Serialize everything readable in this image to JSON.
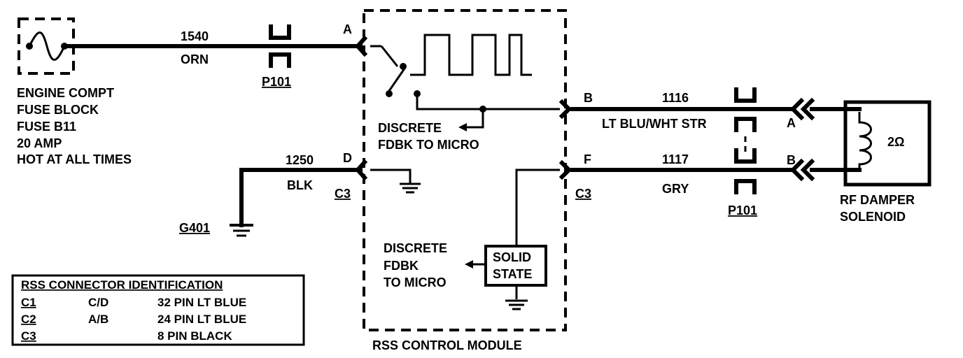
{
  "fuse_block": {
    "lines": [
      "ENGINE COMPT",
      "FUSE BLOCK",
      "FUSE B11",
      "20 AMP",
      "HOT AT ALL TIMES"
    ]
  },
  "wires": {
    "w1540": {
      "circuit": "1540",
      "color": "ORN"
    },
    "w1250": {
      "circuit": "1250",
      "color": "BLK"
    },
    "w1116": {
      "circuit": "1116",
      "color": "LT BLU/WHT STR"
    },
    "w1117": {
      "circuit": "1117",
      "color": "GRY"
    }
  },
  "connectors": {
    "p101_top": "P101",
    "p101_bottom": "P101",
    "c3_left": "C3",
    "c3_right": "C3"
  },
  "pins": {
    "module_a": "A",
    "module_d": "D",
    "module_b": "B",
    "module_f": "F",
    "solenoid_a": "A",
    "solenoid_b": "B"
  },
  "ground": {
    "g401": "G401"
  },
  "module": {
    "name": "RSS CONTROL MODULE",
    "feedback_top": [
      "DISCRETE",
      "FDBK TO MICRO"
    ],
    "feedback_bottom": [
      "DISCRETE",
      "FDBK",
      "TO MICRO"
    ],
    "solid_state": [
      "SOLID",
      "STATE"
    ]
  },
  "solenoid": {
    "resistance": "2Ω",
    "name": [
      "RF DAMPER",
      "SOLENOID"
    ]
  },
  "connector_table": {
    "title": "RSS CONNECTOR IDENTIFICATION",
    "rows": [
      {
        "id": "C1",
        "cavity": "C/D",
        "desc": "32 PIN LT BLUE"
      },
      {
        "id": "C2",
        "cavity": "A/B",
        "desc": "24 PIN LT BLUE"
      },
      {
        "id": "C3",
        "cavity": "",
        "desc": "8 PIN BLACK"
      }
    ]
  }
}
